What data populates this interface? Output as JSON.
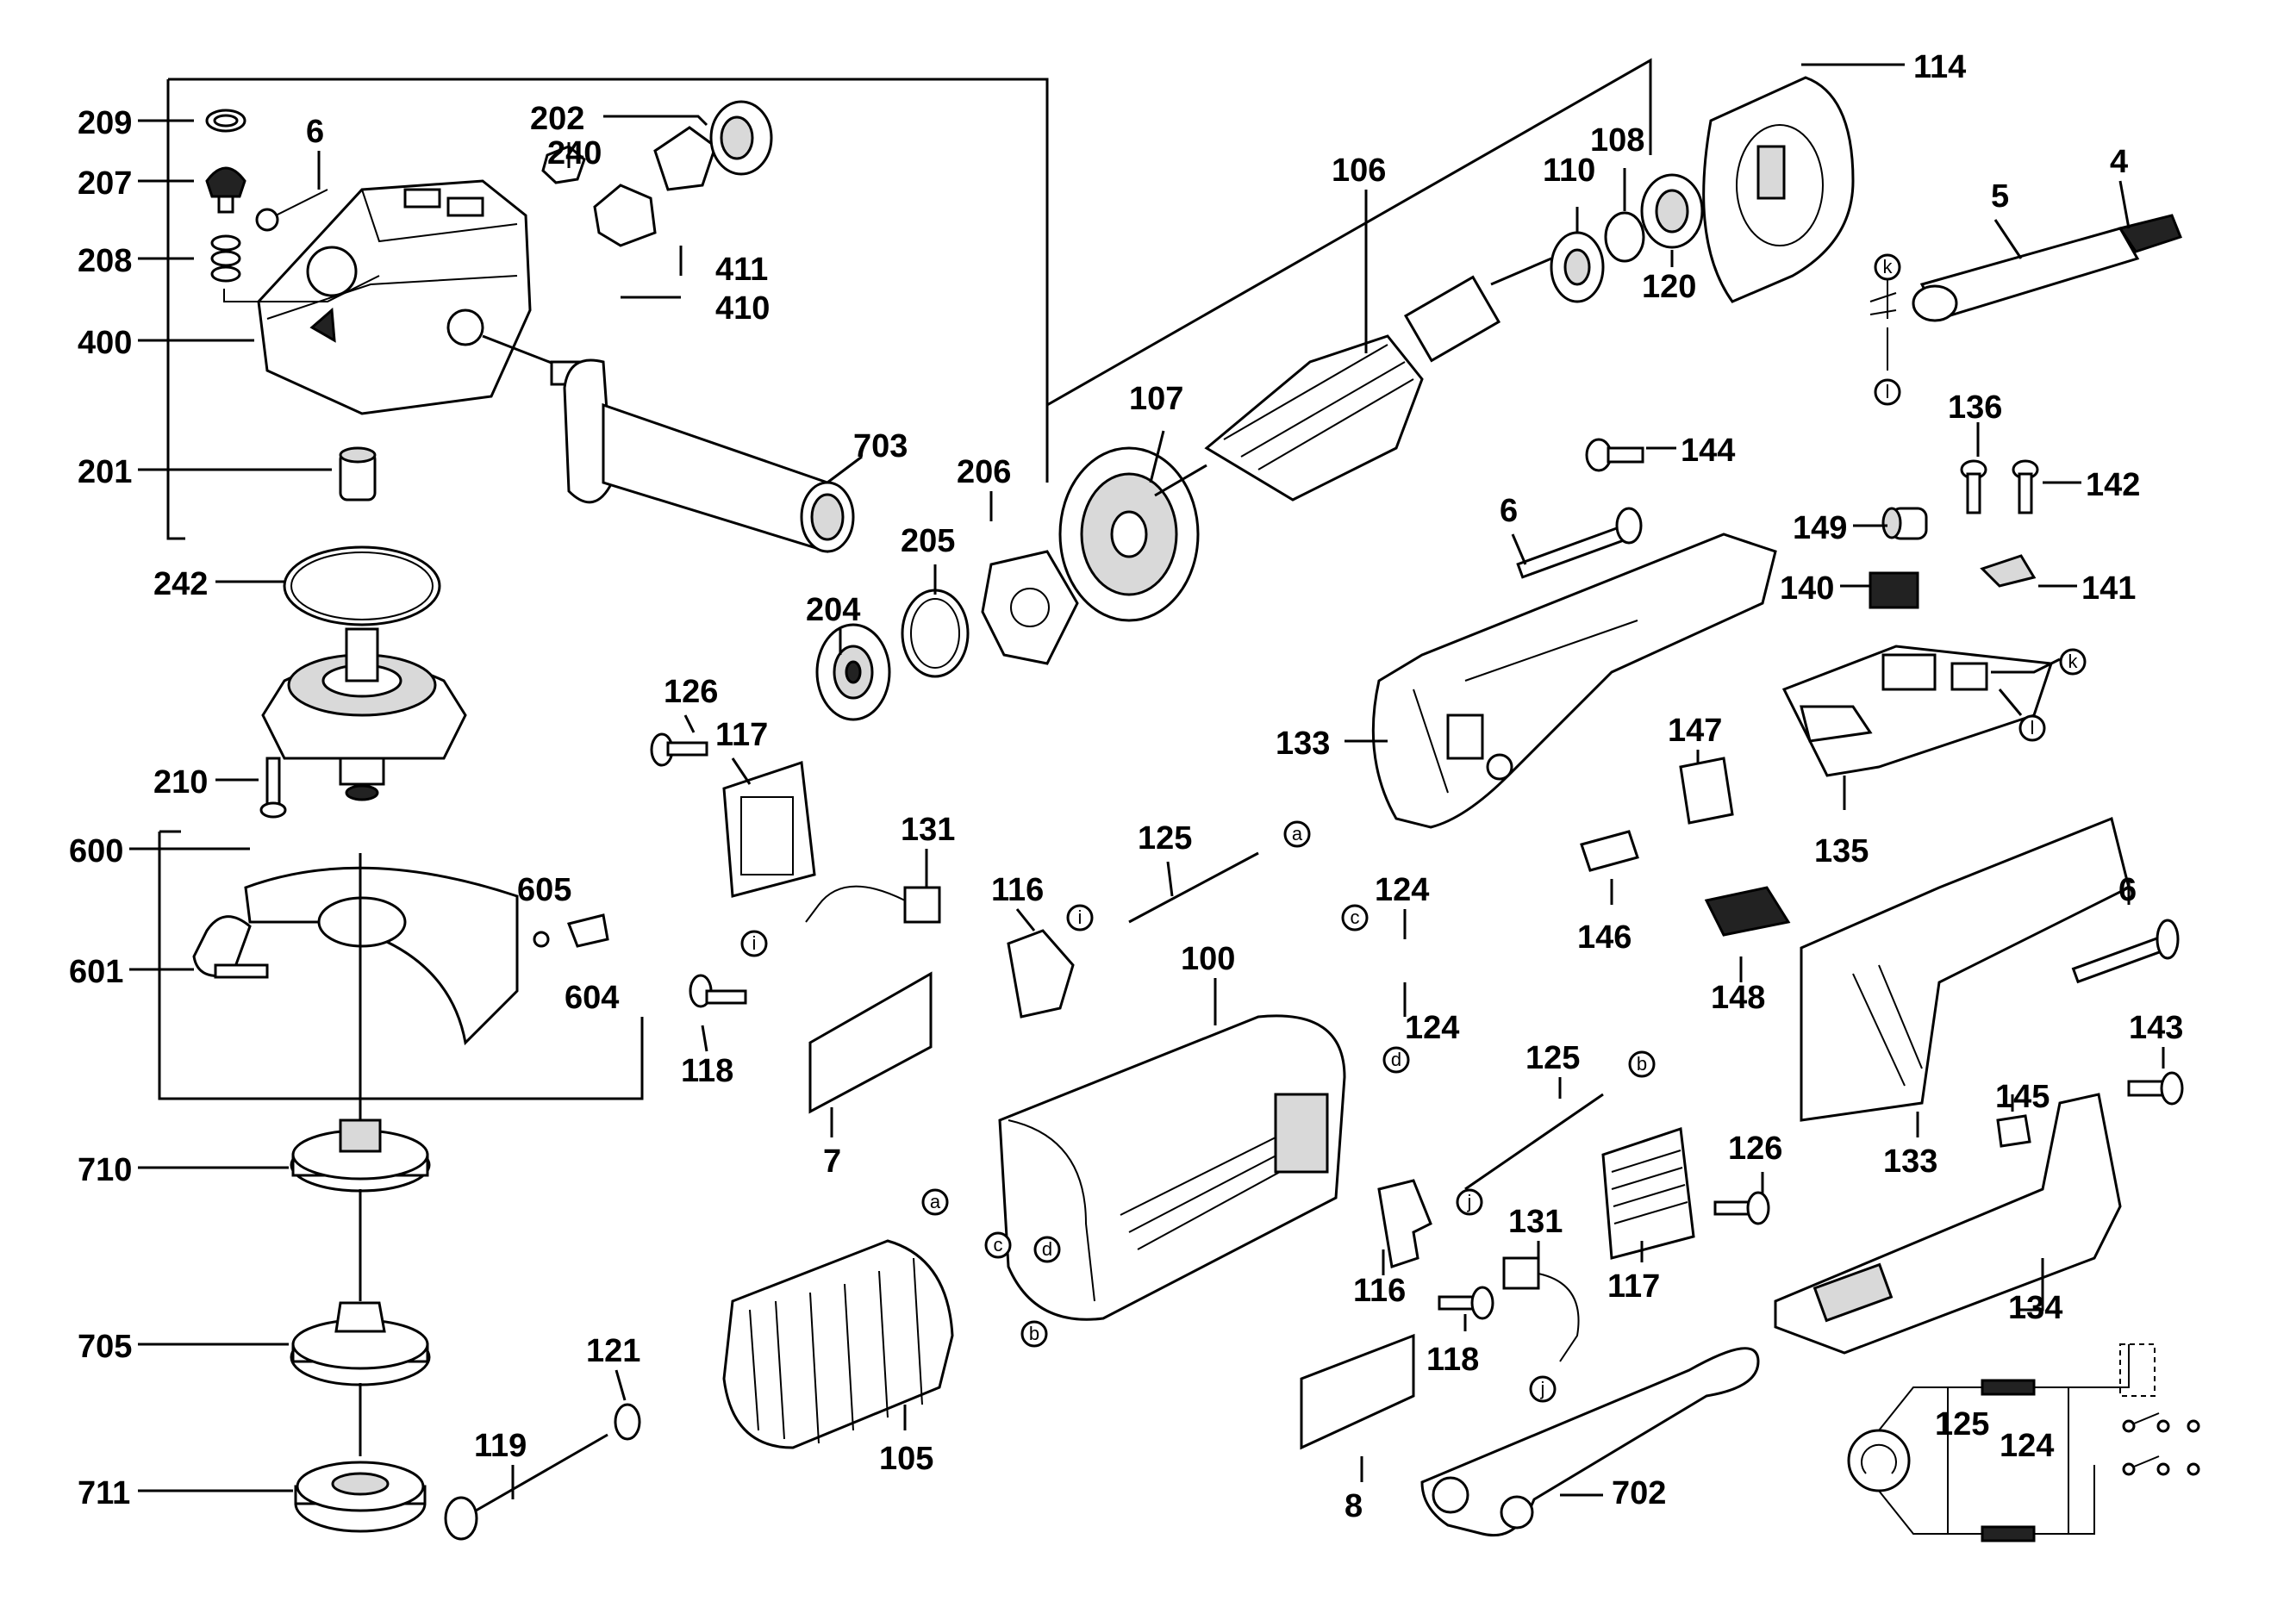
{
  "parts": {
    "p209": "209",
    "p207": "207",
    "p208": "208",
    "p400": "400",
    "p201": "201",
    "p242": "242",
    "p210": "210",
    "p600": "600",
    "p601": "601",
    "p710": "710",
    "p705": "705",
    "p711": "711",
    "p6a": "6",
    "p240": "240",
    "p202": "202",
    "p411": "411",
    "p410": "410",
    "p703": "703",
    "p206": "206",
    "p205": "205",
    "p204": "204",
    "p605": "605",
    "p604": "604",
    "p126a": "126",
    "p117a": "117",
    "p131a": "131",
    "p116a": "116",
    "p125a": "125",
    "p118a": "118",
    "p7": "7",
    "p100": "100",
    "p121": "121",
    "p119": "119",
    "p105": "105",
    "p106": "106",
    "p107": "107",
    "p110": "110",
    "p108": "108",
    "p120": "120",
    "p114": "114",
    "p5": "5",
    "p4": "4",
    "p144": "144",
    "p6b": "6",
    "p133a": "133",
    "p136": "136",
    "p142": "142",
    "p149": "149",
    "p140": "140",
    "p141": "141",
    "p147": "147",
    "p135": "135",
    "p124a": "124",
    "p124b": "124",
    "p146": "146",
    "p148": "148",
    "p6c": "6",
    "p133b": "133",
    "p143": "143",
    "p145": "145",
    "p134": "134",
    "p125b": "125",
    "p126b": "126",
    "p116b": "116",
    "p117b": "117",
    "p131b": "131",
    "p118b": "118",
    "p8": "8",
    "p702": "702",
    "p125c": "125",
    "p124c": "124"
  },
  "connectors": {
    "a1": "a",
    "a2": "a",
    "c1": "c",
    "c2": "c",
    "d1": "d",
    "d2": "d",
    "b1": "b",
    "b2": "b",
    "i1": "i",
    "i2": "i",
    "j1": "j",
    "j2": "j",
    "k1": "k",
    "k2": "k",
    "l1": "l",
    "l2": "l"
  }
}
